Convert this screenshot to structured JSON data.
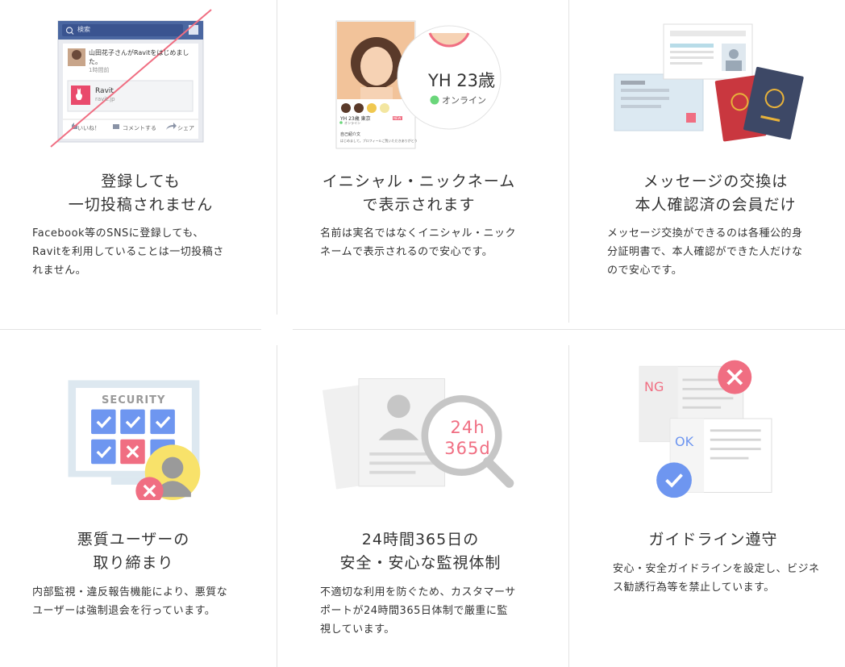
{
  "features": [
    {
      "title": [
        "登録しても",
        "一切投稿されません"
      ],
      "desc": [
        "Facebook等のSNSに登録しても、",
        "Ravitを利用していることは一切投稿さ",
        "れません。"
      ],
      "mock": {
        "search_placeholder": "検索",
        "post_user": "山田花子さんがRavitをはじめまし",
        "post_user2": "た。",
        "post_time": "1時間前",
        "app_name": "Ravit",
        "app_sub": "ravit.jp",
        "like": "いいね！",
        "comment": "コメントする",
        "share": "シェア"
      }
    },
    {
      "title": [
        "イニシャル・ニックネーム",
        "で表示されます"
      ],
      "desc": [
        "名前は実名ではなくイニシャル・ニック",
        "ネームで表示されるので安心です。"
      ],
      "mock": {
        "name_age": "YH 23歳",
        "online": "オンライン",
        "small_name": "YH 23歳 東京",
        "small_online": "オンライン",
        "small_badge": "NEW",
        "small_intro": "自己紹介文",
        "small_text": "はじめまして。プロフィールご覧いただきありがとう"
      }
    },
    {
      "title": [
        "メッセージの交換は",
        "本人確認済の会員だけ"
      ],
      "desc": [
        "メッセージ交換ができるのは各種公的身",
        "分証明書で、本人確認ができた人だけな",
        "ので安心です。"
      ]
    },
    {
      "title": [
        "悪質ユーザーの",
        "取り締まり"
      ],
      "desc": [
        "内部監視・違反報告機能により、悪質な",
        "ユーザーは強制退会を行っています。"
      ],
      "mock": {
        "screen_label": "SECURITY"
      }
    },
    {
      "title": [
        "24時間365日の",
        "安全・安心な監視体制"
      ],
      "desc": [
        "不適切な利用を防ぐため、カスタマーサ",
        "ポートが24時間365日体制で厳重に監",
        "視しています。"
      ],
      "mock": {
        "line1": "24h",
        "line2": "365d"
      }
    },
    {
      "title": [
        "ガイドライン遵守"
      ],
      "desc": [
        "安心・安全ガイドラインを設定し、ビジネ",
        "ス勧誘行為等を禁止しています。"
      ],
      "mock": {
        "ng": "NG",
        "ok": "OK"
      }
    }
  ],
  "colors": {
    "pink": "#f06e82",
    "blue": "#6e96f0",
    "green": "#6ad67a",
    "yellow": "#f8e26a",
    "red_passport": "#c9373f",
    "navy_passport": "#3d4866",
    "gold": "#e8b23a",
    "fb_blue": "#4b67a1"
  }
}
